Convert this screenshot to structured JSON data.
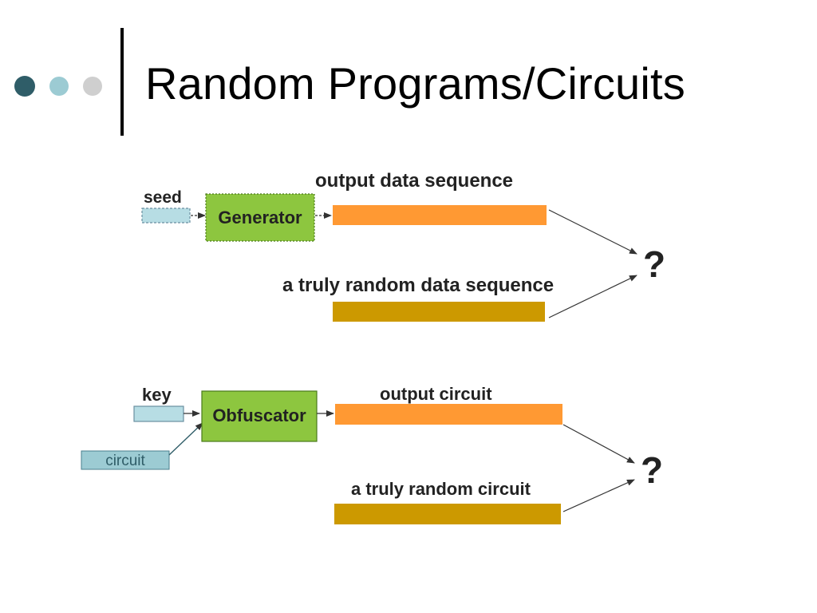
{
  "slide": {
    "title": "Random Programs/Circuits"
  },
  "diagram_top": {
    "seed_label": "seed",
    "generator_label": "Generator",
    "output_label": "output data sequence",
    "random_label": "a truly random data sequence",
    "question": "?"
  },
  "diagram_bottom": {
    "key_label": "key",
    "circuit_label": "circuit",
    "obfuscator_label": "Obfuscator",
    "output_label": "output circuit",
    "random_label": "a truly random circuit",
    "question": "?"
  },
  "colors": {
    "green_box": "#8dc63f",
    "orange_bar": "#ff9933",
    "gold_bar": "#cc9900",
    "light_blue": "#b7dde4",
    "accent_dark": "#2f5d68"
  }
}
